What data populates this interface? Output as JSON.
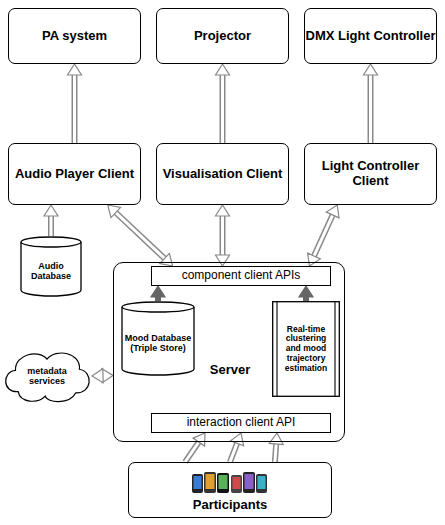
{
  "diagram": {
    "nodes": [
      {
        "text": [
          "PA system"
        ]
      },
      {
        "text": [
          "Projector"
        ]
      },
      {
        "text": [
          "DMX Light Controller"
        ]
      },
      {
        "text": [
          "Audio Player Client"
        ]
      },
      {
        "text": [
          "Visualisation Client"
        ]
      },
      {
        "text": [
          "Light Controller Client"
        ]
      },
      {
        "text": [
          "Audio Database"
        ]
      },
      {
        "text": [
          "Server"
        ]
      },
      {
        "text": [
          "component client APIs"
        ],
        "in": 7
      },
      {
        "text": [
          "Mood Database (Triple Store)"
        ],
        "in": 7
      },
      {
        "text": [
          "Real-time clustering and mood trajectory estimation"
        ],
        "in": 7
      },
      {
        "text": [
          "interaction client API"
        ],
        "in": 7
      },
      {
        "text": [
          "metadata services"
        ]
      },
      {
        "text": [
          "Participants"
        ]
      }
    ],
    "edges": [
      {
        "from": 3,
        "to": 0,
        "arrow": "to"
      },
      {
        "from": 4,
        "to": 1,
        "arrow": "to"
      },
      {
        "from": 5,
        "to": 2,
        "arrow": "to"
      },
      {
        "from": 8,
        "to": 3,
        "arrow": "both"
      },
      {
        "from": 8,
        "to": 4,
        "arrow": "both"
      },
      {
        "from": 8,
        "to": 5,
        "arrow": "both"
      },
      {
        "from": 6,
        "to": 3,
        "arrow": "to"
      },
      {
        "from": 12,
        "to": 7,
        "arrow": "both"
      },
      {
        "from": 9,
        "to": 8,
        "arrow": "to"
      },
      {
        "from": 10,
        "to": 8,
        "arrow": "to"
      },
      {
        "from": 13,
        "to": 11,
        "arrow": "to"
      },
      {
        "from": 13,
        "to": 11,
        "arrow": "to"
      },
      {
        "from": 13,
        "to": 11,
        "arrow": "to"
      }
    ]
  }
}
